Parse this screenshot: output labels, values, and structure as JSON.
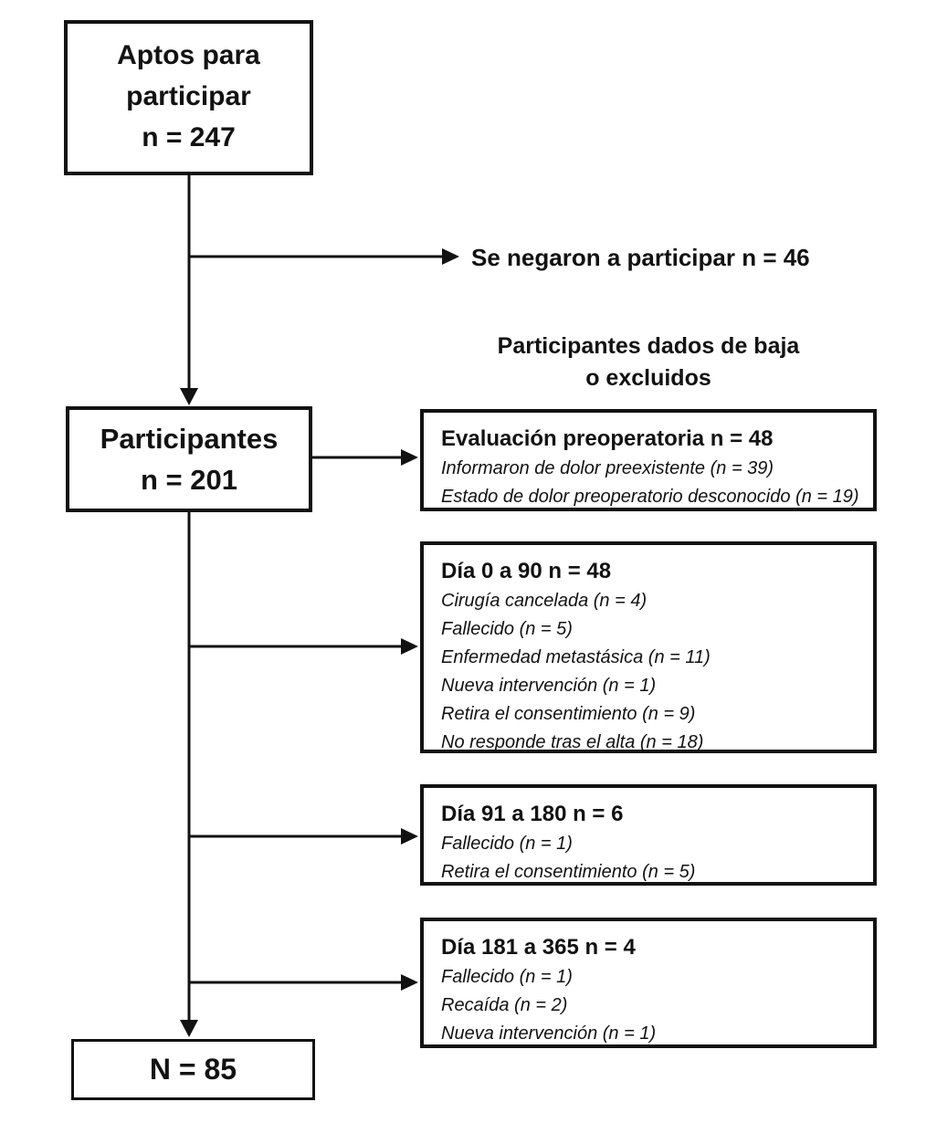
{
  "diagram": {
    "eligible": {
      "lines": [
        "Aptos para",
        "participar",
        "n = 247"
      ]
    },
    "refused_label": "Se negaron a participar n = 46",
    "excluded_header": {
      "line1": "Participantes dados de baja",
      "line2": "o excluidos"
    },
    "participants": {
      "lines": [
        "Participantes",
        "n = 201"
      ]
    },
    "final_label": "N = 85",
    "exclusions": [
      {
        "title": "Evaluación preoperatoria n = 48",
        "items": [
          "Informaron de dolor preexistente (n = 39)",
          "Estado de dolor preoperatorio desconocido (n = 19)"
        ]
      },
      {
        "title": "Día 0 a 90 n = 48",
        "items": [
          "Cirugía cancelada (n = 4)",
          "Fallecido (n = 5)",
          "Enfermedad metastásica (n = 11)",
          "Nueva intervención (n = 1)",
          "Retira el consentimiento (n = 9)",
          "No responde tras el alta (n = 18)"
        ]
      },
      {
        "title": "Día 91 a 180 n = 6",
        "items": [
          "Fallecido (n = 1)",
          "Retira el consentimiento (n = 5)"
        ]
      },
      {
        "title": "Día 181 a 365 n = 4",
        "items": [
          "Fallecido (n = 1)",
          "Recaída (n = 2)",
          "Nueva intervención (n = 1)"
        ]
      }
    ]
  },
  "colors": {
    "line": "#121212",
    "text": "#121212",
    "background": "#ffffff"
  }
}
